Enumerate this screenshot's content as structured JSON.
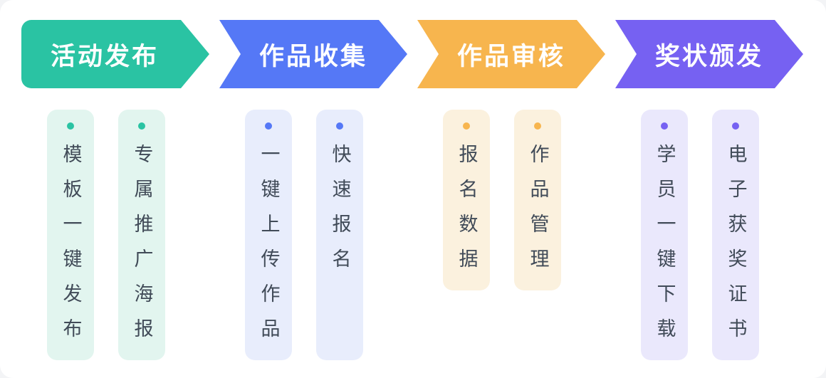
{
  "panel": {
    "background": "#ffffff"
  },
  "text_color": "#414b58",
  "stages": [
    {
      "label": "活动发布",
      "color": "#2ac3a3",
      "card_bg": "#e2f5ef",
      "cards": [
        {
          "label": "模板一键发布"
        },
        {
          "label": "专属推广海报"
        }
      ]
    },
    {
      "label": "作品收集",
      "color": "#5578f6",
      "card_bg": "#e8edfc",
      "cards": [
        {
          "label": "一键上传作品"
        },
        {
          "label": "快速报名"
        }
      ]
    },
    {
      "label": "作品审核",
      "color": "#f7b54e",
      "card_bg": "#fbf1de",
      "cards": [
        {
          "label": "报名数据"
        },
        {
          "label": "作品管理"
        }
      ]
    },
    {
      "label": "奖状颁发",
      "color": "#7661f2",
      "card_bg": "#eae8fc",
      "cards": [
        {
          "label": "学员一键下载"
        },
        {
          "label": "电子获奖证书"
        }
      ]
    }
  ]
}
